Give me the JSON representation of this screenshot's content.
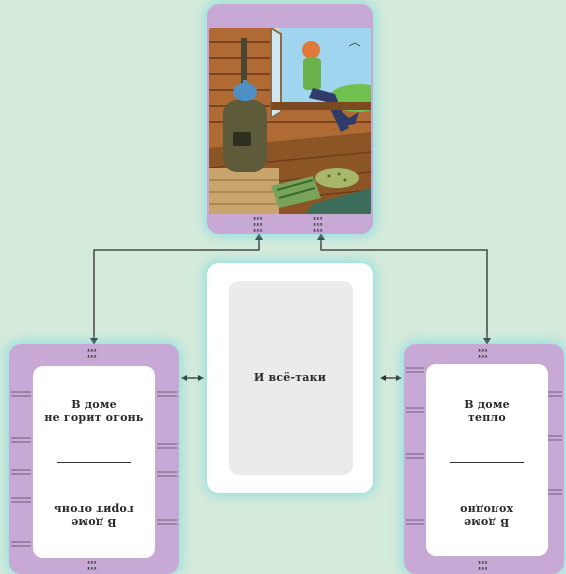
{
  "colors": {
    "background": "#d4eadb",
    "card_purple": "#c8a9d6",
    "card_white": "#ffffff",
    "glow": "#78dce1",
    "connector": "#2d2d2d"
  },
  "center_card": {
    "text": "И всё-таки"
  },
  "left_card": {
    "top_text": "В доме\nне горит огонь",
    "bottom_text": "В доме\nгорит огонь"
  },
  "right_card": {
    "top_text": "В доме\nтепло",
    "bottom_text": "В доме\nхолодно"
  },
  "top_card": {
    "illustration": "room-with-stove-and-girl-on-window"
  },
  "connectors": {
    "arrow_style": "double-headed"
  }
}
